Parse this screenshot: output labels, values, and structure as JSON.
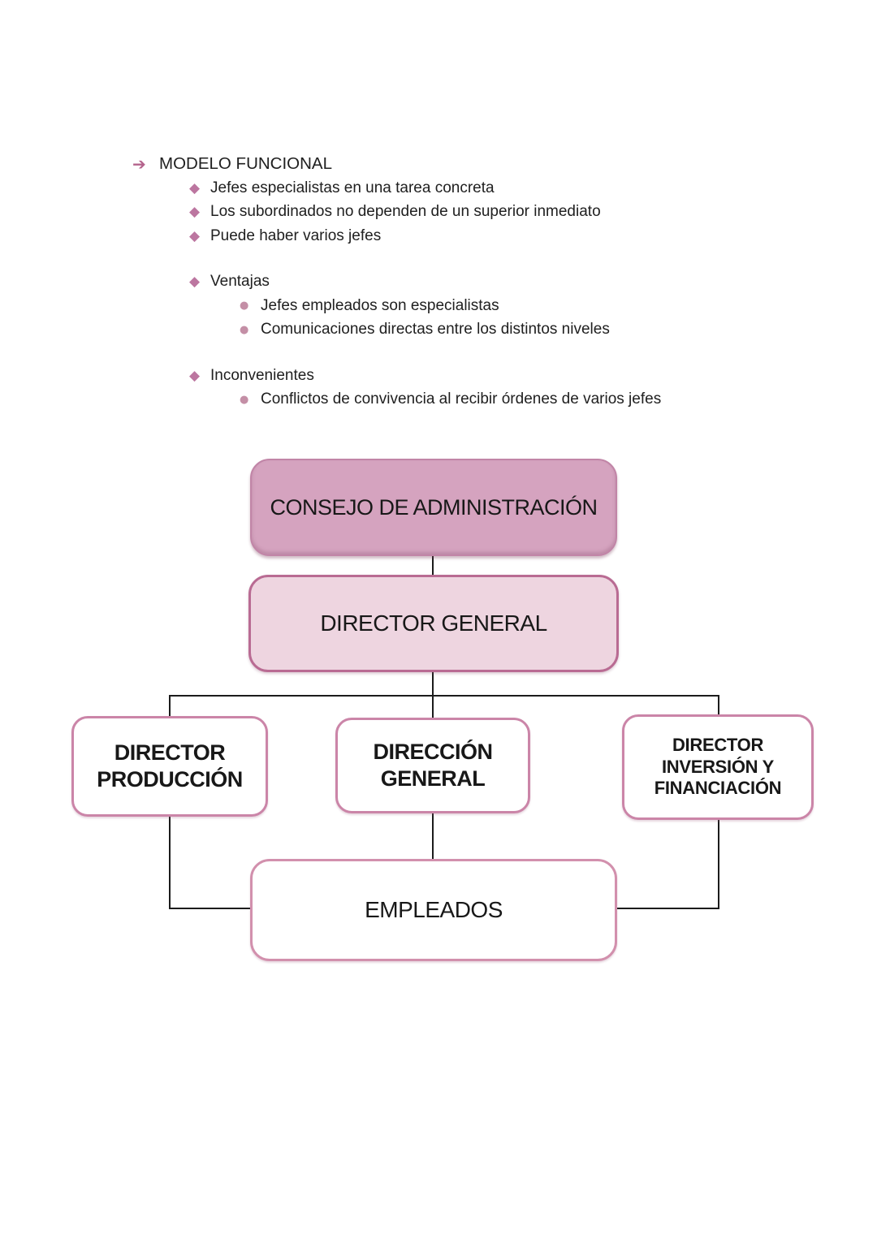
{
  "notes": {
    "title": "MODELO FUNCIONAL",
    "bullets": [
      "Jefes especialistas en una tarea concreta",
      "Los subordinados no dependen de un superior inmediato",
      "Puede haber varios jefes"
    ],
    "ventajas": {
      "label": "Ventajas",
      "items": [
        "Jefes empleados son especialistas",
        "Comunicaciones directas entre los distintos niveles"
      ]
    },
    "inconvenientes": {
      "label": "Inconvenientes",
      "items": [
        "Conflictos de convivencia al recibir órdenes de varios jefes"
      ]
    },
    "bullet_glyphs": {
      "arrow": "➔",
      "diamond": "◆",
      "dot": "●"
    }
  },
  "chart": {
    "type": "org-chart",
    "nodes": {
      "consejo": "CONSEJO DE ADMINISTRACIÓN",
      "director_general": "DIRECTOR GENERAL",
      "director_produccion": "DIRECTOR PRODUCCIÓN",
      "direccion_general": "DIRECCIÓN GENERAL",
      "director_inversion": "DIRECTOR INVERSIÓN Y FINANCIACIÓN",
      "empleados": "EMPLEADOS"
    },
    "edges": [
      {
        "from": "consejo",
        "to": "director_general"
      },
      {
        "from": "director_general",
        "to": "director_produccion"
      },
      {
        "from": "director_general",
        "to": "direccion_general"
      },
      {
        "from": "director_general",
        "to": "director_inversion"
      },
      {
        "from": "director_produccion",
        "to": "empleados"
      },
      {
        "from": "direccion_general",
        "to": "empleados"
      },
      {
        "from": "director_inversion",
        "to": "empleados"
      }
    ]
  },
  "colors": {
    "consejo_fill": "#d5a3bf",
    "director_general_fill": "#eed5e0",
    "white_box_border": "#cb85a8",
    "bullet_arrow": "#b4638c",
    "bullet_diamond": "#bc76a0",
    "bullet_dot": "#c48fa6",
    "connector": "#1c1c1c"
  }
}
